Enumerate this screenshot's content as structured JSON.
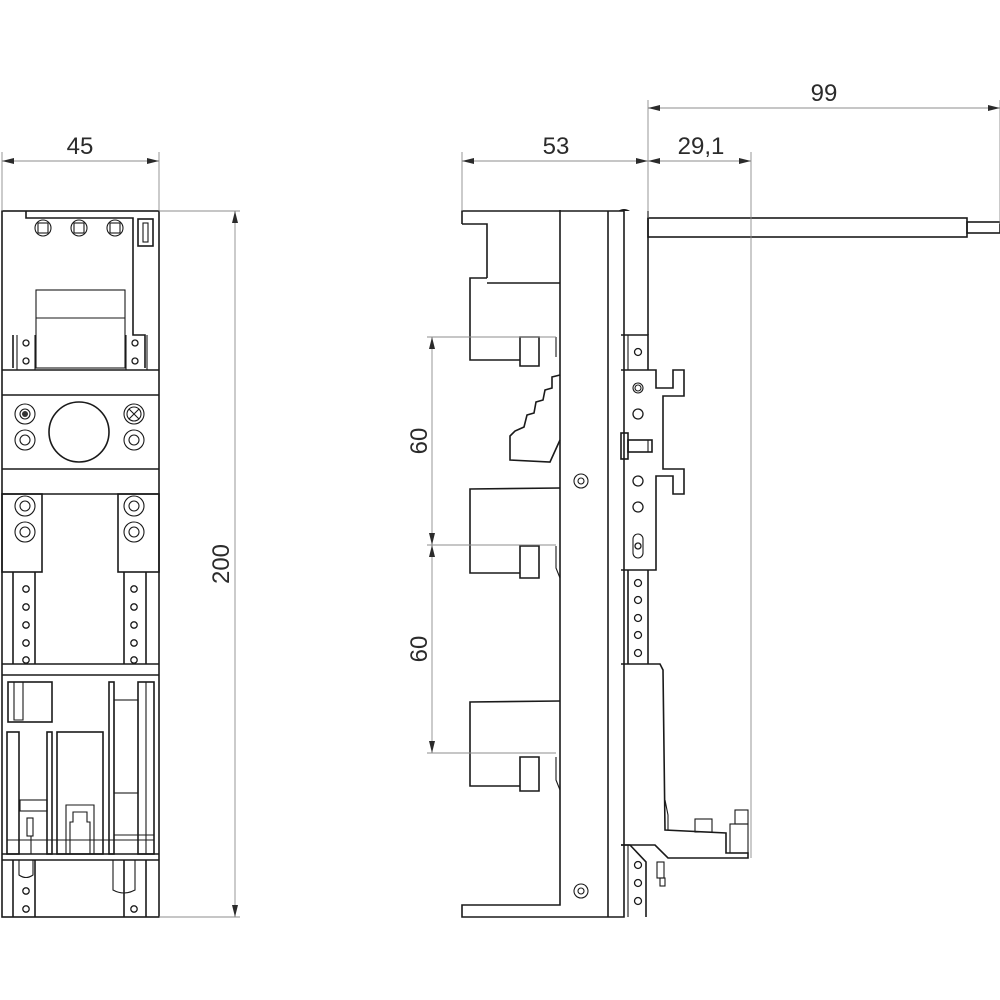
{
  "drawing": {
    "views": [
      "front-view",
      "side-view"
    ],
    "front_view": {
      "dimensions": {
        "width": "45",
        "height": "200"
      }
    },
    "side_view": {
      "dimensions": {
        "depth": "53",
        "rail_offset": "29,1",
        "overall_depth": "99",
        "pitch_upper": "60",
        "pitch_lower": "60"
      }
    },
    "colors": {
      "line": "#1a1a1a",
      "dimension_line": "#8c8c8c",
      "text": "#2b2b2b",
      "background": "#ffffff"
    }
  }
}
